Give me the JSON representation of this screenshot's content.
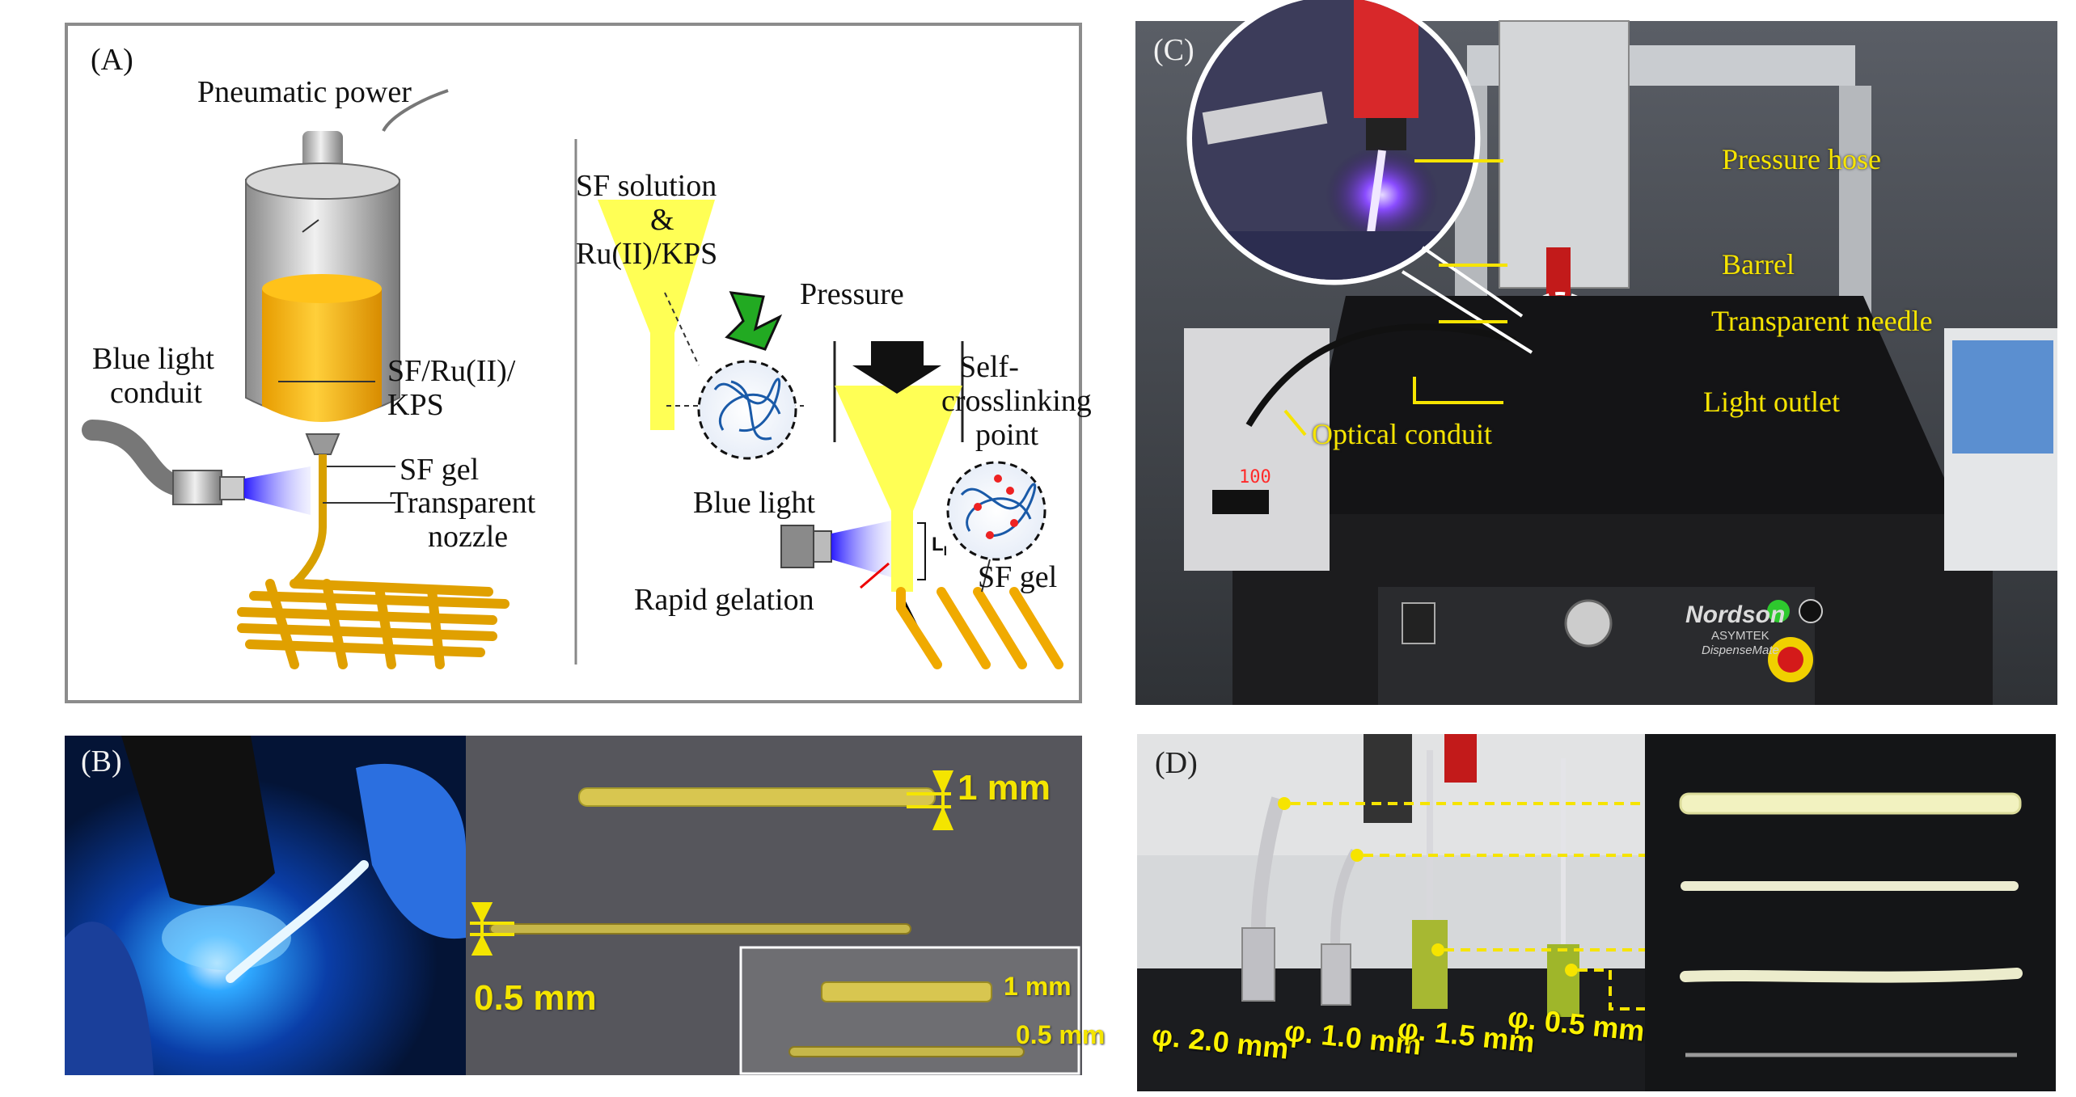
{
  "panelA": {
    "label": "(A)",
    "pneumatic_power": "Pneumatic power",
    "blue_light_conduit": [
      "Blue light",
      "conduit"
    ],
    "sf_ru_kps": [
      "SF/Ru(II)/",
      "KPS"
    ],
    "sf_gel": "SF gel",
    "transparent_nozzle": [
      "Transparent",
      "nozzle"
    ],
    "sf_solution": "SF solution",
    "ampersand": "&",
    "ru_kps": "Ru(II)/KPS",
    "pressure": "Pressure",
    "self_crosslinking": [
      "Self-",
      "crosslinking",
      "point"
    ],
    "blue_light": "Blue light",
    "l_label": "L",
    "l_sub": "l",
    "rapid_gelation": "Rapid gelation",
    "sf_gel_right": "SF gel"
  },
  "panelB": {
    "label": "(B)",
    "dim_1mm": "1 mm",
    "dim_05mm": "0.5 mm",
    "inset_1mm": "1 mm",
    "inset_05mm": "0.5 mm"
  },
  "panelC": {
    "label": "(C)",
    "pressure_hose": "Pressure hose",
    "barrel": "Barrel",
    "transparent_needle": "Transparent needle",
    "light_outlet": "Light outlet",
    "optical_conduit": "Optical conduit",
    "display_value": "100",
    "brand": "Nordson",
    "brand_sub": "ASYMTEK",
    "brand_model": "DispenseMate"
  },
  "panelD": {
    "label": "(D)",
    "needles": [
      "φ. 2.0 mm",
      "φ. 1.0 mm",
      "φ. 1.5 mm",
      "φ. 0.5 mm"
    ]
  },
  "colors": {
    "yellow_fill": "#ffff66",
    "gel_orange": "#f2b21a",
    "blue_light": "#3a2cff",
    "annotation_yellow": "#f6e400"
  }
}
